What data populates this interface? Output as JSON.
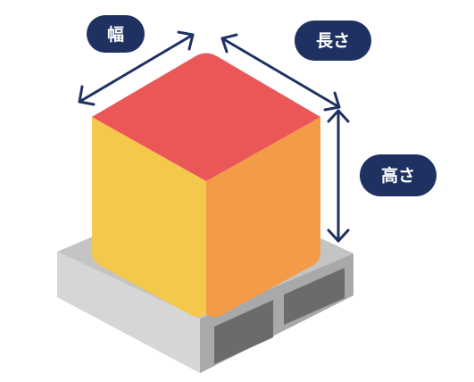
{
  "labels": {
    "width": "幅",
    "length": "長さ",
    "height": "高さ"
  },
  "colors": {
    "top_face": "#EB5757",
    "left_face": "#F4C84B",
    "right_face": "#F39B46",
    "pallet_top": "#C4C4C4",
    "pallet_left": "#D0D0D0",
    "pallet_right": "#A6A6A6",
    "pallet_hole": "#6B6B6B",
    "arrow": "#1E3161",
    "label_bg": "#1E3161",
    "label_text": "#FFFFFF"
  }
}
